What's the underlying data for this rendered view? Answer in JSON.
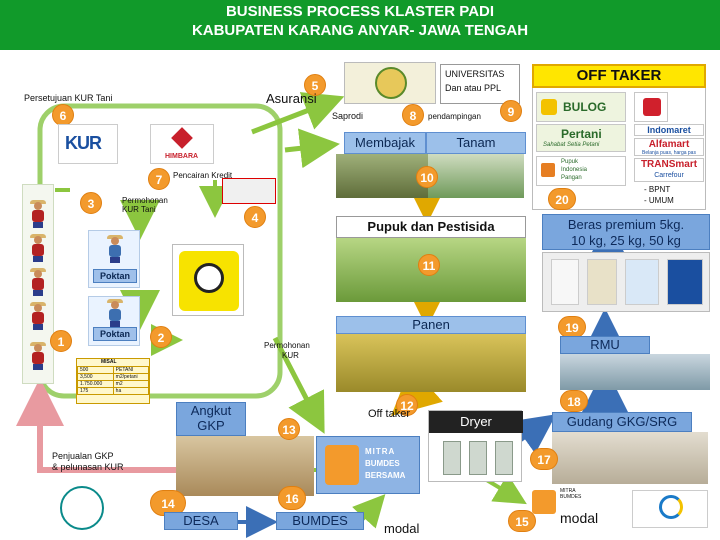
{
  "header": {
    "line1": "BUSINESS PROCESS KLASTER PADI",
    "line2": "KABUPATEN KARANG ANYAR- JAWA TENGAH"
  },
  "labels": {
    "persetujuan": "Persetujuan KUR Tani",
    "asuransi": "Asuransi",
    "pencairan": "Pencairan Kredit",
    "permohonan_kur_tani_1": "Permohonan",
    "permohonan_kur_tani_2": "KUR Tani",
    "permohonan_kur_1": "Permohonan",
    "permohonan_kur_2": "KUR",
    "saprodi": "Saprodi",
    "pendampingan": "pendampingan",
    "penjualan_1": "Penjualan GKP",
    "penjualan_2": "& pelunasan KUR",
    "off_taker_small": "Off taker",
    "modal_1": "modal",
    "modal_2": "modal",
    "kur_logo": "KUR",
    "himbara": "HIMBARA",
    "universitas_1": "UNIVERSITAS",
    "universitas_2": "Dan atau PPL",
    "poktan_1": "Poktan",
    "poktan_2": "Poktan",
    "mitra_1": "MITRA",
    "mitra_2": "BUMDES",
    "mitra_3": "BERSAMA",
    "mitra_small_1": "MITRA",
    "mitra_small_2": "BUMDES"
  },
  "numbers": [
    "1",
    "2",
    "3",
    "4",
    "5",
    "6",
    "7",
    "8",
    "9",
    "10",
    "11",
    "12",
    "13",
    "14",
    "15",
    "16",
    "17",
    "18",
    "19",
    "20"
  ],
  "stages": {
    "membajak": "Membajak",
    "tanam": "Tanam",
    "pupuk": "Pupuk dan Pestisida",
    "panen": "Panen",
    "dryer": "Dryer",
    "rmu": "RMU",
    "gudang": "Gudang GKG/SRG",
    "angkut_1": "Angkut",
    "angkut_2": "GKP",
    "desa": "DESA",
    "bumdes": "BUMDES",
    "beras_1": "Beras premium 5kg.",
    "beras_2": "10 kg, 25 kg, 50 kg"
  },
  "off_taker": {
    "title": "OFF TAKER",
    "bulog": "BULOG",
    "pertani": "Pertani",
    "pertani_tag": "Sahabat Setia Petani",
    "indomaret": "Indomaret",
    "alfamart": "Alfamart",
    "alfamart_tag": "Belanja puas, harga pas",
    "transmart_1": "TRANSmart",
    "transmart_2": "Carrefour",
    "pupuk_1": "Pupuk",
    "pupuk_2": "Indonesia",
    "pupuk_3": "Pangan",
    "bpnt": "- BPNT",
    "umum": "- UMUM"
  },
  "misal": {
    "title": "MISAL",
    "rows": [
      [
        "500",
        "PETANI"
      ],
      [
        "3,500",
        "m2/petani"
      ],
      [
        "1.750.000",
        "m2"
      ],
      [
        "175",
        "ha"
      ]
    ]
  },
  "colors": {
    "header_green": "#119a2a",
    "number_orange": "#f39a2c",
    "box_blue": "#7aa6dd",
    "arrow_green": "#8cc63f",
    "arrow_pink": "#e89aa0",
    "offtaker_yellow": "#ffe600"
  }
}
